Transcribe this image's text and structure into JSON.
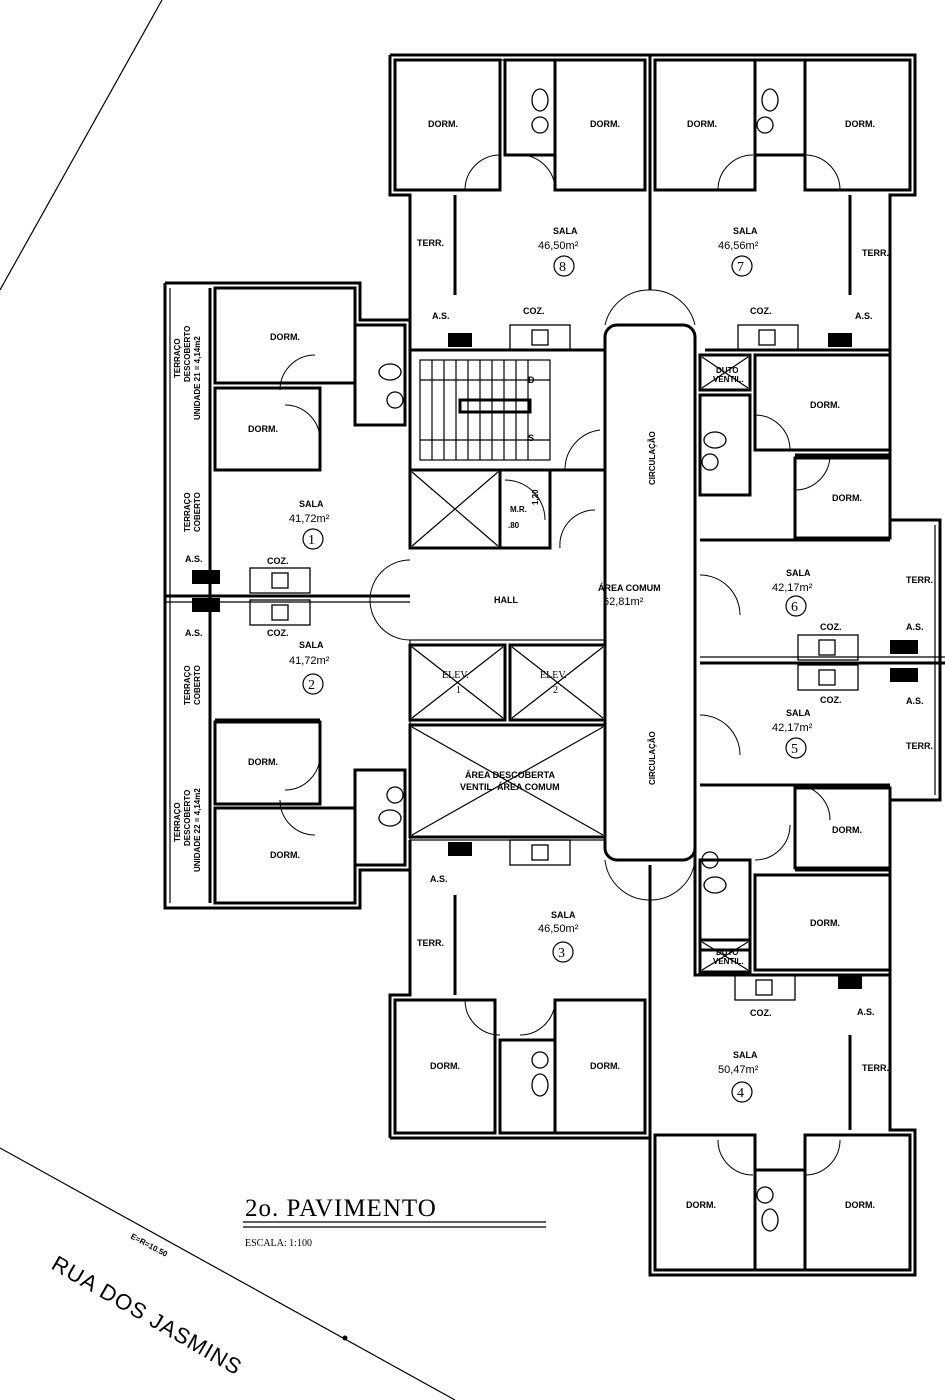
{
  "drawing": {
    "title": "2o. PAVIMENTO",
    "scale": "ESCALA: 1:100",
    "street": "RUA DOS JASMINS",
    "lot_dim": "E=R=10.50"
  },
  "common": {
    "hall": "HALL",
    "area_comum": "ÁREA COMUM",
    "area_comum_m2": "62,81m²",
    "circulacao": "CIRCULAÇÃO",
    "elev1": "ELEV.",
    "elev1_n": "1",
    "elev2": "ELEV.",
    "elev2_n": "2",
    "descoberta1": "ÁREA DESCOBERTA",
    "descoberta2": "VENTIL. ÁREA COMUM",
    "mr": "M.R.",
    "mr_w": "1,20",
    "mr_h": ".80",
    "stair_d": "D",
    "stair_s": "S",
    "duto": "DUTO",
    "ventil": "VENTIL."
  },
  "labels": {
    "dorm": "DORM.",
    "sala": "SALA",
    "coz": "COZ.",
    "as": "A.S.",
    "terr": "TERR.",
    "terraco_coberto_1": "TERRAÇO",
    "terraco_coberto_2": "COBERTO",
    "terraco_desc_1": "TERRAÇO",
    "terraco_desc_2": "DESCOBERTO",
    "unidade21": "UNIDADE 21 = 4,14m2",
    "unidade22": "UNIDADE 22 = 4,14m2"
  },
  "units": [
    {
      "n": "1",
      "area": "41,72m²"
    },
    {
      "n": "2",
      "area": "41,72m²"
    },
    {
      "n": "3",
      "area": "46,50m²"
    },
    {
      "n": "4",
      "area": "50,47m²"
    },
    {
      "n": "5",
      "area": "42,17m²"
    },
    {
      "n": "6",
      "area": "42,17m²"
    },
    {
      "n": "7",
      "area": "46,56m²"
    },
    {
      "n": "8",
      "area": "46,50m²"
    }
  ],
  "colors": {
    "ink": "#000000",
    "paper": "#ffffff"
  }
}
